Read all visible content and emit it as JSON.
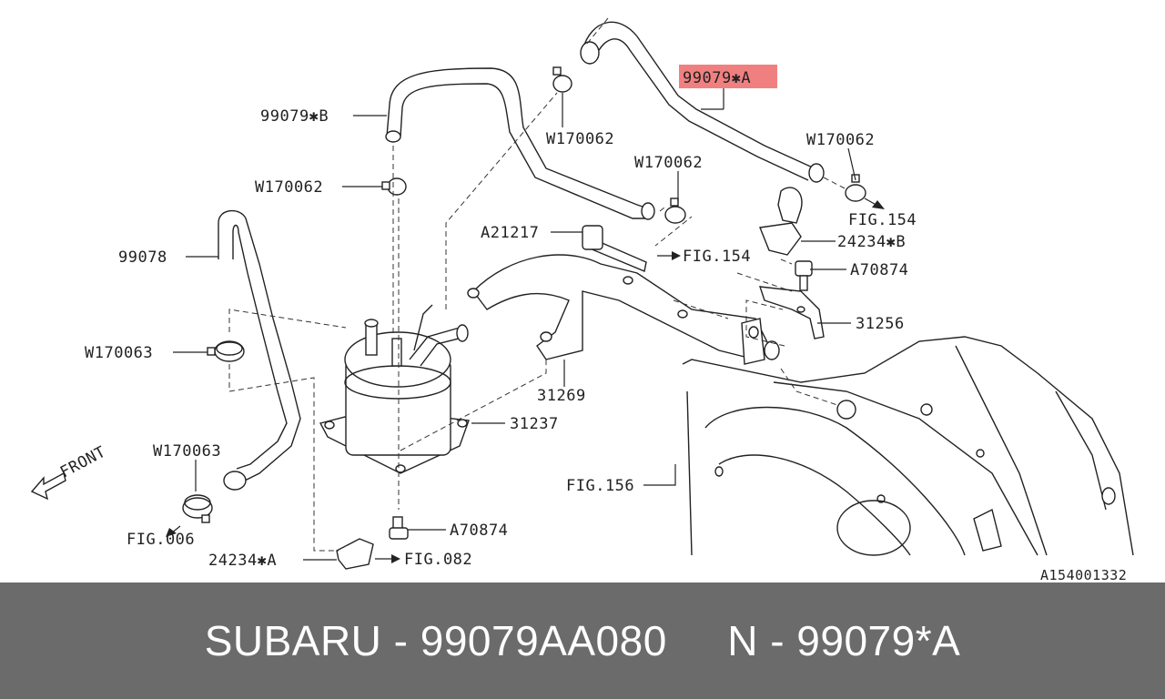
{
  "diagram": {
    "labels": {
      "hose_a": "99079✱A",
      "hose_b": "99079✱B",
      "clip_w170062_top": "W170062",
      "clip_w170062_right": "W170062",
      "clip_w170062_mid": "W170062",
      "clip_w170062_left": "W170062",
      "fig154_top": "FIG.154",
      "fig154_mid": "FIG.154",
      "hose_99078": "99078",
      "bolt_a21217": "A21217",
      "clamp_24234b": "24234✱B",
      "bolt_a70874_top": "A70874",
      "bracket_31256": "31256",
      "clip_w170063_upper": "W170063",
      "bracket_31269": "31269",
      "cooler_31237": "31237",
      "clip_w170063_lower": "W170063",
      "fig156": "FIG.156",
      "fig006": "FIG.006",
      "bolt_a70874_bottom": "A70874",
      "clamp_24234a": "24234✱A",
      "fig082": "FIG.082",
      "front": "FRONT",
      "diagram_code": "A154001332"
    },
    "highlight_color": "#f08080"
  },
  "footer": {
    "text": "SUBARU - 99079AA080     N - 99079*A"
  },
  "colors": {
    "footer_bg": "#6b6b6b",
    "footer_text": "#ffffff",
    "line": "#222222"
  }
}
